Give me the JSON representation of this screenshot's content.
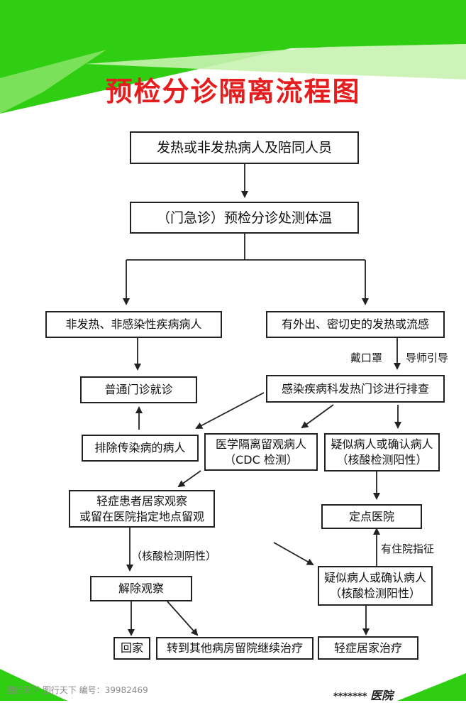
{
  "title": "预检分诊隔离流程图",
  "colors": {
    "accent": "#e41e1e",
    "green": "#2fce12",
    "light_green": "#8ee66e"
  },
  "nodes": {
    "n1": "发热或非发热病人及陪同人员",
    "n2": "（门急诊）预检分诊处测体温",
    "n3": "非发热、非感染性疾病病人",
    "n4": "有外出、密切史的发热或流感",
    "n5": "普通门诊就诊",
    "n6": "感染疾病科发热门诊进行排查",
    "n7": "排除传染病的病人",
    "n8": {
      "l1": "医学隔离留观病人",
      "l2": "（CDC 检测）"
    },
    "n9": {
      "l1": "疑似病人或确认病人",
      "l2": "（核酸检测阳性）"
    },
    "n10": {
      "l1": "轻症患者居家观察",
      "l2": "或留在医院指定地点留观"
    },
    "n11": "定点医院",
    "n12": "解除观察",
    "n13": {
      "l1": "疑似病人或确认病人",
      "l2": "（核酸检测阳性）"
    },
    "n14": "回家",
    "n15": "转到其他病房留院继续治疗",
    "n16": "轻症居家治疗"
  },
  "labels": {
    "mask": "戴口罩",
    "guide": "导师引导",
    "negative": "（核酸检测阴性）",
    "admit": "有住院指征"
  },
  "watermark": "图行天下 图行天下  编号：39982469",
  "stamp": {
    "stars": "*******",
    "seal": "医院"
  }
}
